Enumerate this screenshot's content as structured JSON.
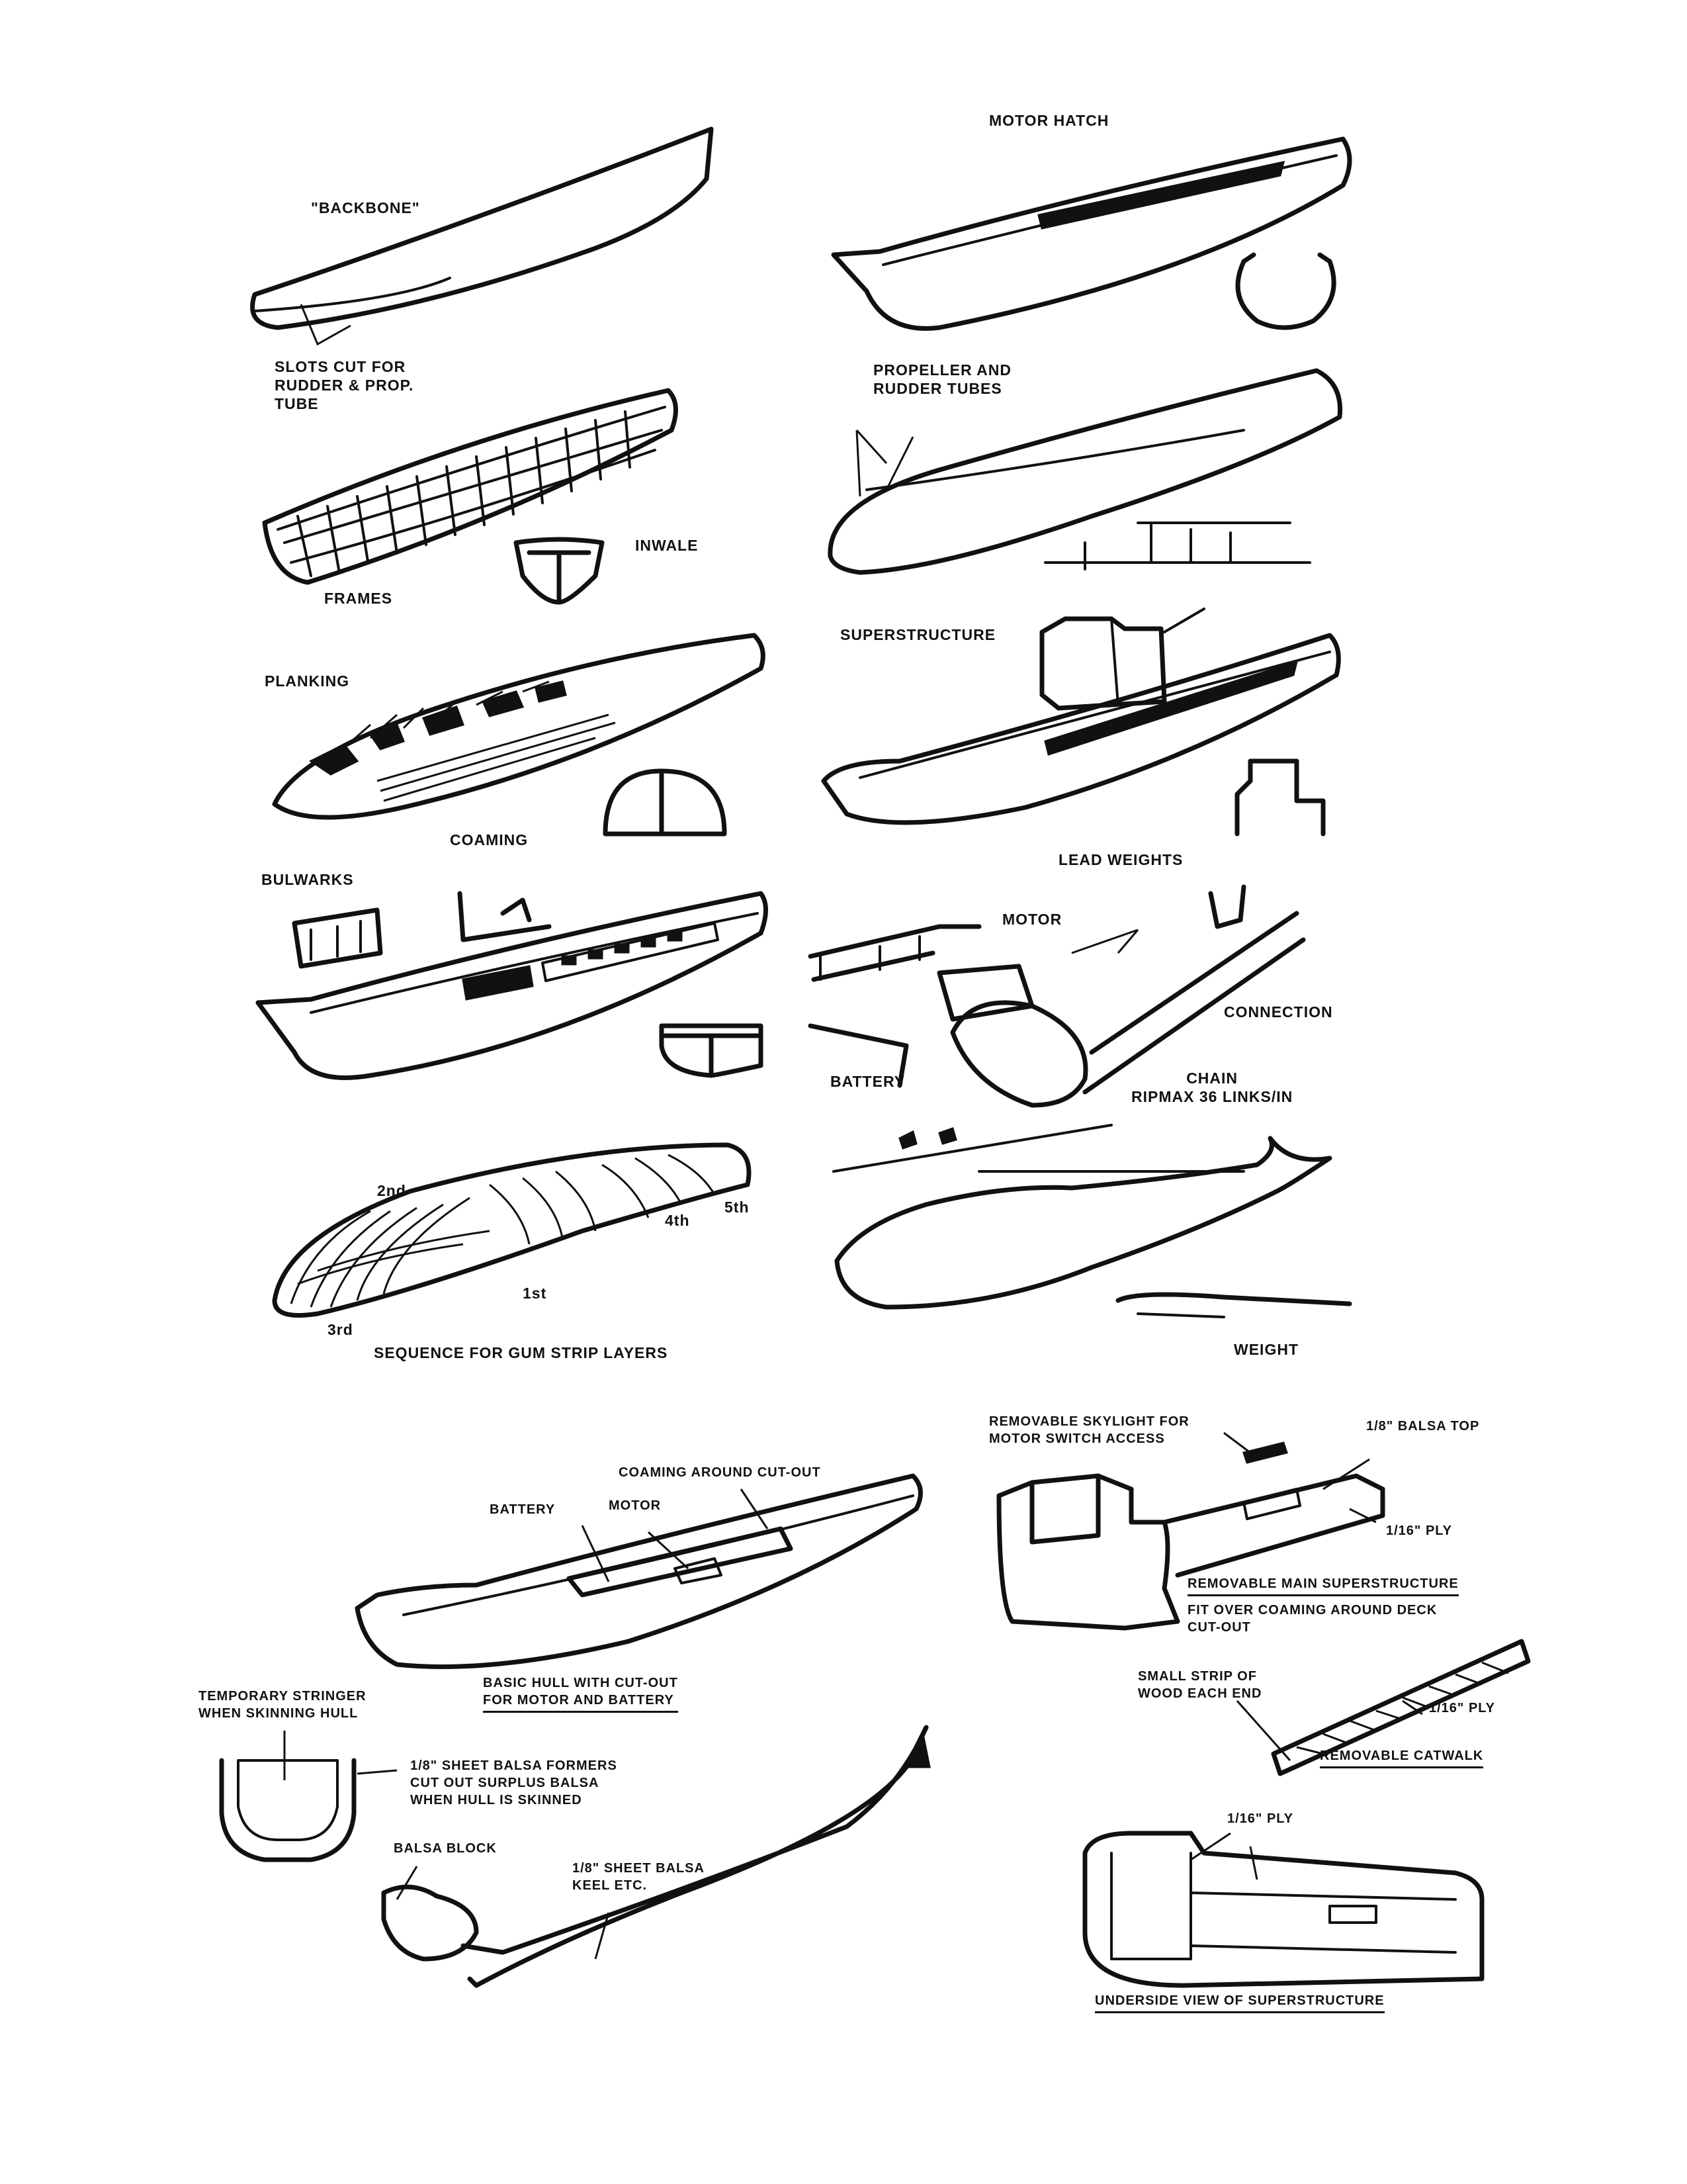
{
  "labels": {
    "backbone": "\"BACKBONE\"",
    "slots": "SLOTS CUT FOR\nRUDDER & PROP.\nTUBE",
    "frames": "FRAMES",
    "inwale": "INWALE",
    "planking": "PLANKING",
    "coaming": "COAMING",
    "bulwarks": "BULWARKS",
    "motor_hatch": "MOTOR HATCH",
    "propeller_rudder": "PROPELLER AND\nRUDDER TUBES",
    "superstructure": "SUPERSTRUCTURE",
    "lead_weights": "LEAD WEIGHTS",
    "motor": "MOTOR",
    "connection": "CONNECTION",
    "battery": "BATTERY",
    "chain": "CHAIN\nRIPMAX 36 LINKS/IN",
    "weight": "WEIGHT",
    "layer_2nd_top": "2nd",
    "layer_4th": "4th",
    "layer_5th": "5th",
    "layer_1st": "1st",
    "layer_3rd": "3rd",
    "sequence": "SEQUENCE FOR GUM STRIP LAYERS",
    "coaming_cutout": "COAMING AROUND CUT-OUT",
    "battery_small": "BATTERY",
    "motor_small": "MOTOR",
    "basic_hull": "BASIC HULL WITH CUT-OUT\nFOR MOTOR AND BATTERY",
    "temporary_stringer": "TEMPORARY STRINGER\nWHEN SKINNING HULL",
    "balsa_formers": "1/8\" SHEET BALSA FORMERS\nCUT OUT SURPLUS BALSA\nWHEN HULL IS SKINNED",
    "balsa_block": "BALSA BLOCK",
    "keel": "1/8\" SHEET BALSA\nKEEL ETC.",
    "skylight": "REMOVABLE SKYLIGHT FOR\nMOTOR SWITCH ACCESS",
    "balsa_top": "1/8\" BALSA TOP",
    "ply_16_a": "1/16\" PLY",
    "main_superstructure": "REMOVABLE MAIN SUPERSTRUCTURE",
    "fit_over": "FIT OVER COAMING AROUND DECK\nCUT-OUT",
    "small_strip": "SMALL STRIP OF\nWOOD EACH END",
    "ply_16_b": "1/16\" PLY",
    "catwalk": "REMOVABLE CATWALK",
    "ply_16_c": "1/16\" PLY",
    "underside": "UNDERSIDE VIEW OF SUPERSTRUCTURE"
  }
}
